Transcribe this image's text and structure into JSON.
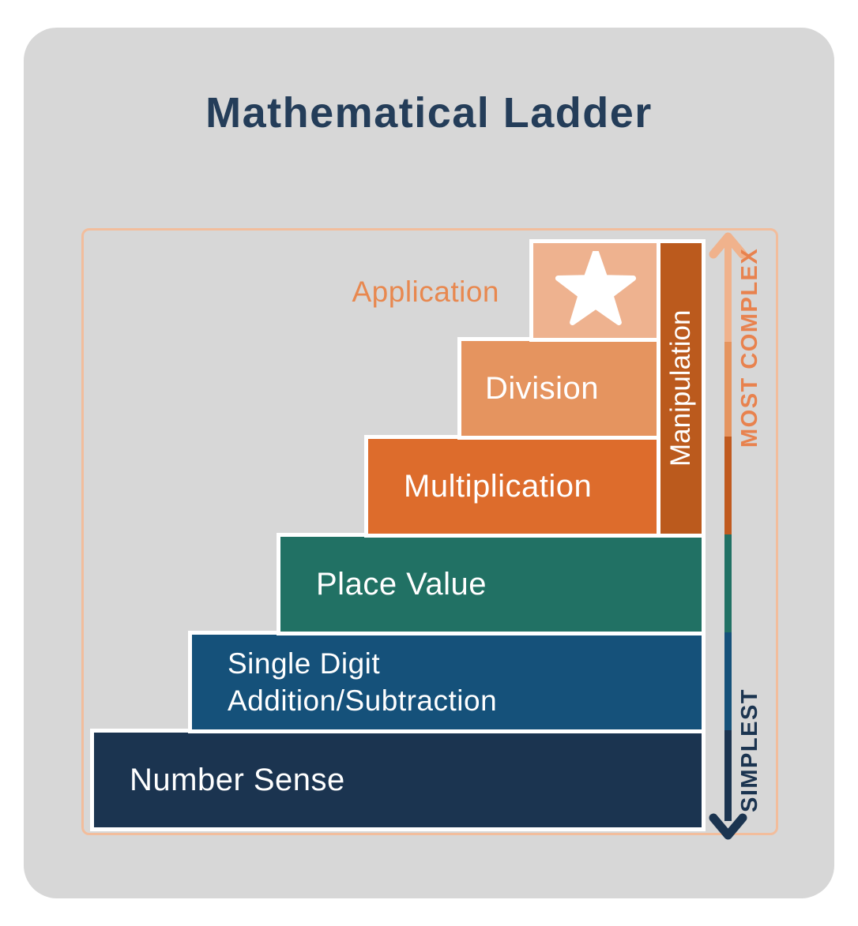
{
  "title": "Mathematical Ladder",
  "ladder": {
    "steps": [
      {
        "label": "Number Sense",
        "color": "#1b3450"
      },
      {
        "label": "Single Digit Addition/Subtraction",
        "label_line1": "Single Digit",
        "label_line2": "Addition/Subtraction",
        "color": "#15517a"
      },
      {
        "label": "Place Value",
        "color": "#217164"
      },
      {
        "label": "Multiplication",
        "color": "#dd6c2c"
      },
      {
        "label": "Division",
        "color": "#e5945f"
      },
      {
        "label": "Application",
        "color": "#eeb28f",
        "icon": "star-icon"
      }
    ],
    "side_column": {
      "label": "Manipulation",
      "color": "#bb5a1d"
    }
  },
  "complexity_axis": {
    "top_label": "MOST COMPLEX",
    "bottom_label": "SIMPLEST",
    "segment_colors_top_to_bottom": [
      "#f0b28c",
      "#e5945f",
      "#c05a1f",
      "#217164",
      "#15517a",
      "#1b3450"
    ],
    "top_label_color": "#e8824e",
    "bottom_label_color": "#1b3450"
  },
  "colors": {
    "card_background": "#d7d7d7",
    "title_text": "#243d59",
    "frame_border": "#f2bd9c",
    "application_label_text": "#e8884f",
    "step_label_text": "#ffffff"
  }
}
